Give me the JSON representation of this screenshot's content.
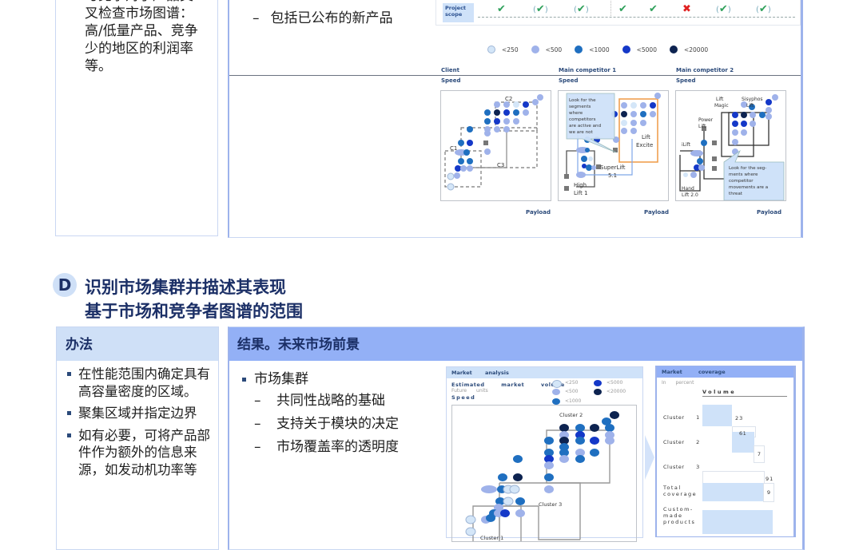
{
  "upper": {
    "left_card_text": "与竞争对手产品交叉检查市场图谱：高/低量产品、竞争少的地区的利润率等。",
    "left_card_lines": [
      "与竞争对手产品交",
      "叉检查市场图谱：",
      "高/低量产品、竞争",
      "少的地区的利润率",
      "等。"
    ],
    "dash_item": "包括已公布的新产品",
    "dash_symbol": "–",
    "project_scope": {
      "label_line1": "Project",
      "label_line2": "scope",
      "marks": [
        {
          "type": "check",
          "paren": false
        },
        {
          "type": "check",
          "paren": true
        },
        {
          "type": "check",
          "paren": true
        },
        {
          "type": "check",
          "paren": false
        },
        {
          "type": "check",
          "paren": false
        },
        {
          "type": "cross",
          "paren": false
        },
        {
          "type": "check",
          "paren": true
        },
        {
          "type": "check",
          "paren": true
        }
      ]
    },
    "volume_legend": [
      {
        "label": "<250",
        "color": "#d4e6f8",
        "border": "#9fb6d6"
      },
      {
        "label": "<500",
        "color": "#9fb2ea",
        "border": "#9fb2ea"
      },
      {
        "label": "<1000",
        "color": "#1f6fc0",
        "border": "#1f6fc0"
      },
      {
        "label": "<5000",
        "color": "#1438c8",
        "border": "#1438c8"
      },
      {
        "label": "<20000",
        "color": "#0d2350",
        "border": "#0d2350"
      }
    ],
    "maps": [
      {
        "title": "Client",
        "y_axis": "Speed",
        "x_axis": "Payload",
        "labels": [
          "C1",
          "C2",
          "C3"
        ]
      },
      {
        "title": "Main  competitor  1",
        "y_axis": "Speed",
        "x_axis": "Payload",
        "labels": [
          "SuperLift 5.1",
          "High Lift 1",
          "Lift Excite"
        ],
        "callout": "Look for the segments where competitors are active and we are not"
      },
      {
        "title": "Main  competitor  2",
        "y_axis": "Speed",
        "x_axis": "Payload",
        "labels": [
          "Lift Magic",
          "Sisyphos Lift",
          "Power Lift",
          "iLift",
          "Hand Lift 2.0"
        ],
        "callout": "Look for the segments where competitor movements are a threat"
      }
    ]
  },
  "section_d": {
    "badge": "D",
    "title_line1": "识别市场集群并描述其表现",
    "title_line2": "基于市场和竞争者图谱的范围",
    "method": {
      "header": "办法",
      "bullets": [
        "在性能范围内确定具有高容量密度的区域。",
        "聚集区域并指定边界",
        "如有必要，可将产品部件作为额外的信息来源，如发动机功率等"
      ]
    },
    "result": {
      "header": "结果。未来市场前景",
      "main_bullet": "市场集群",
      "sub_bullets": [
        "共同性战略的基础",
        "支持关于模块的决定",
        "市场覆盖率的透明度"
      ],
      "dash_symbol": "–"
    },
    "market_analysis": {
      "header": "Market analysis",
      "line1": "Estimated market volume",
      "line2": "Future units",
      "y_axis": "Speed",
      "legend": [
        {
          "label": "<250",
          "color": "#d4e6f8"
        },
        {
          "label": "<500",
          "color": "#9fb2ea"
        },
        {
          "label": "<1000",
          "color": "#1f6fc0"
        },
        {
          "label": "<5000",
          "color": "#1438c8"
        },
        {
          "label": "<20000",
          "color": "#0d2350"
        }
      ],
      "clusters": [
        "Cluster 1",
        "Cluster 2",
        "Cluster 3"
      ]
    },
    "market_coverage": {
      "header": "Market coverage",
      "unit": "In percent",
      "column": "Volume",
      "rows": [
        {
          "label": "Cluster 1",
          "value": "23"
        },
        {
          "label": "Cluster 2",
          "value": "61"
        },
        {
          "label": "Cluster 3",
          "value": "7"
        },
        {
          "label": "Total coverage",
          "value": "91"
        },
        {
          "label": "Custom-made products",
          "value": "9"
        }
      ]
    }
  }
}
